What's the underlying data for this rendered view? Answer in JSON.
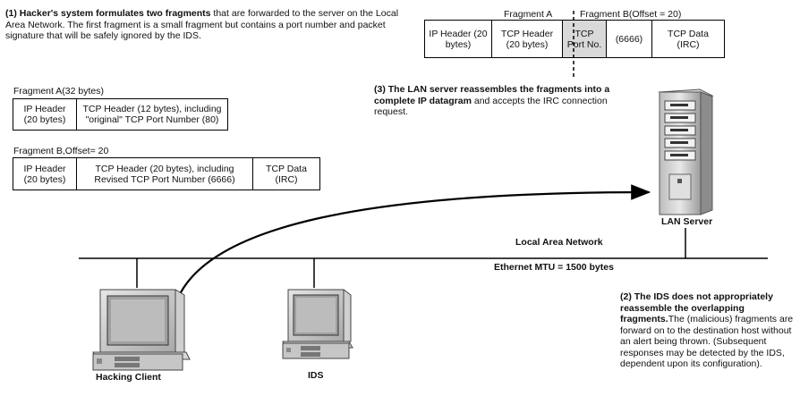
{
  "step1": {
    "bold": "(1) Hacker's system formulates two fragments",
    "rest": " that are forwarded to the server on the Local Area Network. The first fragment is a small fragment but contains a port number and packet signature that will be safely ignored by the IDS."
  },
  "top_packet": {
    "label_a": "Fragment A",
    "label_b": "Fragment B(Offset = 20)",
    "cells": [
      "IP Header (20 bytes)",
      "TCP Header (20 bytes)",
      "TCP Port No.",
      "(6666)",
      "TCP Data (IRC)"
    ]
  },
  "fragment_a": {
    "label": "Fragment A(32 bytes)",
    "cells": [
      "IP Header (20 bytes)",
      "TCP Header (12 bytes), including \"original\" TCP Port Number (80)"
    ]
  },
  "fragment_b": {
    "label": "Fragment B,Offset= 20",
    "cells": [
      "IP Header (20 bytes)",
      "TCP Header (20 bytes), including Revised TCP Port Number (6666)",
      "TCP Data (IRC)"
    ]
  },
  "step3": {
    "bold": "(3) The LAN server reassembles the fragments into a complete IP datagram",
    "rest": " and accepts the IRC connection request."
  },
  "step2": {
    "bold": "(2) The IDS does not appropriately reassemble the overlapping fragments.",
    "rest": "The (malicious) fragments are forward on to the destination host without an alert being thrown. (Subsequent responses may be detected by the IDS, dependent upon its configuration)."
  },
  "network": {
    "lan_label": "Local Area Network",
    "mtu_label": "Ethernet MTU = 1500 bytes"
  },
  "nodes": {
    "server": "LAN Server",
    "client": "Hacking Client",
    "ids": "IDS"
  }
}
